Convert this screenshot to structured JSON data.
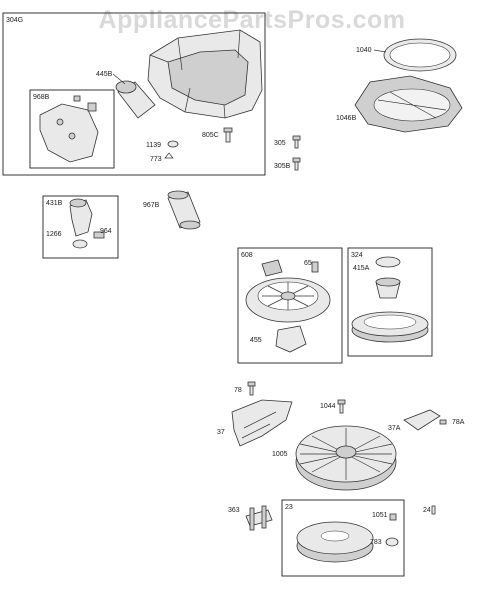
{
  "watermark": "AppliancePartsPros.com",
  "groups": {
    "g304G": "304G",
    "g968B": "968B",
    "g431B": "431B",
    "g608": "608",
    "g324": "324",
    "g23": "23"
  },
  "labels": {
    "p445B": "445B",
    "p1139": "1139",
    "p773": "773",
    "p805C": "805C",
    "p305": "305",
    "p305B": "305B",
    "p1040": "1040",
    "p1046B": "1046B",
    "p1266": "1266",
    "p964": "964",
    "p967B": "967B",
    "p65": "65",
    "p455": "455",
    "p415A": "415A",
    "p78": "78",
    "p37": "37",
    "p1044": "1044",
    "p1005": "1005",
    "p37A": "37A",
    "p78A": "78A",
    "p363": "363",
    "p1051": "1051",
    "p783": "783",
    "p24": "24"
  }
}
